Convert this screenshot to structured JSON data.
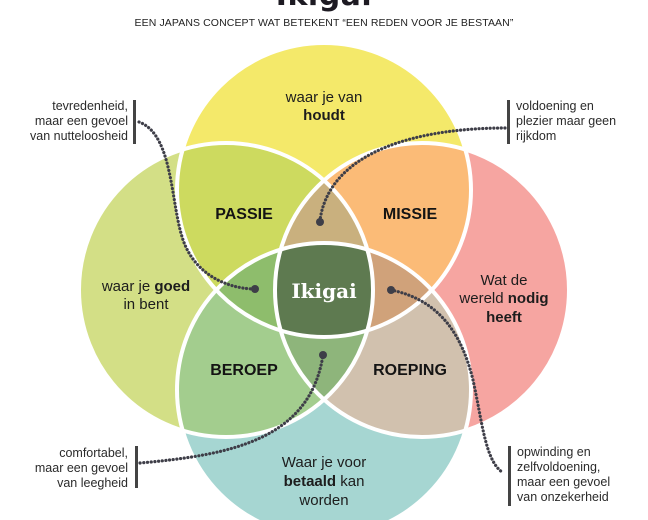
{
  "header": {
    "title": "Ikigai",
    "subtitle": "EEN JAPANS CONCEPT WAT BETEKENT “EEN REDEN VOOR JE BESTAAN”"
  },
  "circles": {
    "top": {
      "line1": "waar je van",
      "bold": "houdt",
      "color": "#f4e96a"
    },
    "left": {
      "line1": "waar je ",
      "bold": "goed",
      "line2": "in bent",
      "color": "#d3df86"
    },
    "right": {
      "line1": "Wat de",
      "line2a": "wereld ",
      "bold": "nodig",
      "line3": "heeft",
      "color": "#f6a5a1"
    },
    "bottom": {
      "line1": "Waar je voor",
      "bold": "betaald",
      "line2b": " kan",
      "line3": "worden",
      "color": "#a6d6d2"
    }
  },
  "overlaps": {
    "passie": {
      "label": "PASSIE",
      "color": "#cdda5f"
    },
    "missie": {
      "label": "MISSIE",
      "color": "#fbbb77"
    },
    "beroep": {
      "label": "BEROEP",
      "color": "#a3cd8e"
    },
    "roeping": {
      "label": "ROEPING",
      "color": "#d1c1ae"
    },
    "center": {
      "label": "Ikigai",
      "color": "#5e7a50"
    },
    "top_triple_color": "#c9b07e",
    "left_triple_color": "#8ebd6c",
    "right_triple_color": "#d0a27a",
    "bottom_triple_color": "#8eb57b"
  },
  "notes": {
    "top_left": [
      "tevredenheid,",
      "maar een gevoel",
      "van nutteloosheid"
    ],
    "top_right": [
      "voldoening en",
      "plezier maar geen",
      "rijkdom"
    ],
    "bottom_left": [
      "comfortabel,",
      "maar een gevoel",
      "van leegheid"
    ],
    "bottom_right": [
      "opwinding en",
      "zelfvoldoening,",
      "maar een gevoel",
      "van onzekerheid"
    ]
  }
}
